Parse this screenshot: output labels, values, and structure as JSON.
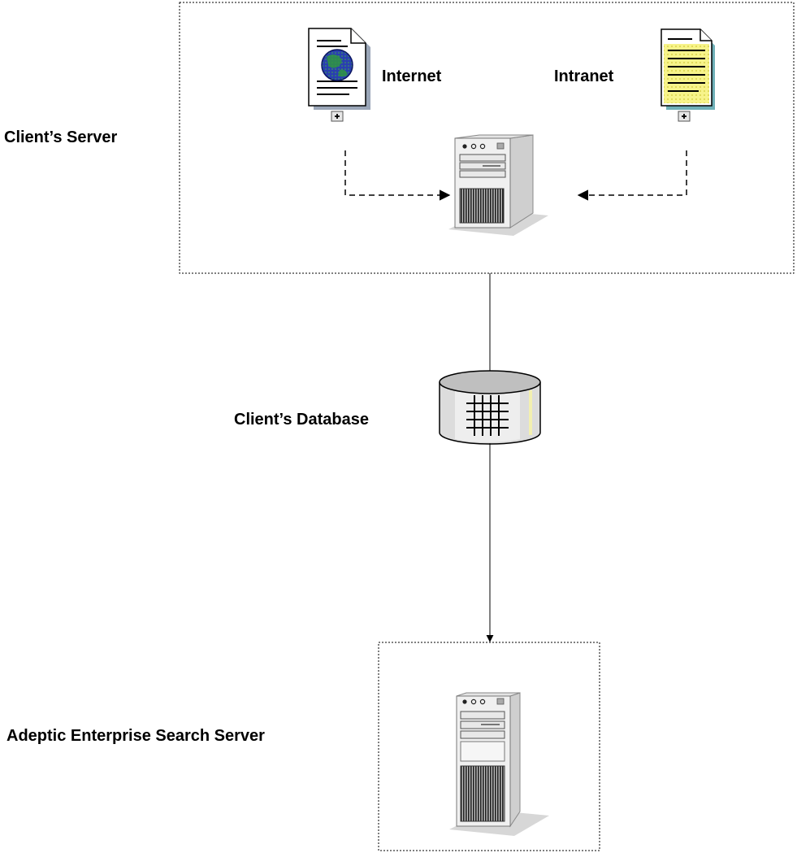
{
  "labels": {
    "clients_server": "Client’s Server",
    "internet": "Internet",
    "intranet": "Intranet",
    "clients_database": "Client’s Database",
    "search_server": "Adeptic Enterprise Search Server"
  },
  "colors": {
    "globe": "#1e2f8c",
    "intranet_doc": "#f5f27a",
    "server_body": "#ececec",
    "database_body": "#dcdcdc"
  }
}
